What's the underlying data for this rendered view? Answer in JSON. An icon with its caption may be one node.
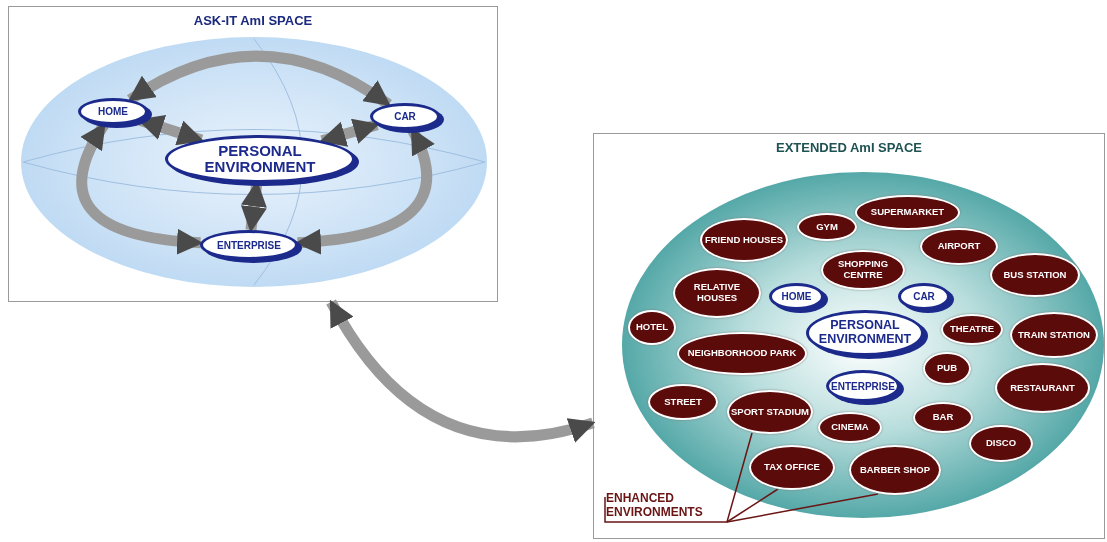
{
  "diagram": {
    "nodes": [
      {
        "text": [
          "ASK-IT AmI SPACE"
        ]
      },
      {
        "text": [
          "HOME"
        ],
        "in": 0
      },
      {
        "text": [
          "CAR"
        ],
        "in": 0
      },
      {
        "text": [
          "PERSONAL ENVIRONMENT"
        ],
        "in": 0
      },
      {
        "text": [
          "ENTERPRISE"
        ],
        "in": 0
      },
      {
        "text": [
          "EXTENDED AmI SPACE"
        ]
      },
      {
        "text": [
          "SUPERMARKET"
        ],
        "in": 5
      },
      {
        "text": [
          "GYM"
        ],
        "in": 5
      },
      {
        "text": [
          "FRIEND HOUSES"
        ],
        "in": 5
      },
      {
        "text": [
          "AIRPORT"
        ],
        "in": 5
      },
      {
        "text": [
          "SHOPPING CENTRE"
        ],
        "in": 5
      },
      {
        "text": [
          "BUS STATION"
        ],
        "in": 5
      },
      {
        "text": [
          "RELATIVE HOUSES"
        ],
        "in": 5
      },
      {
        "text": [
          "HOME"
        ],
        "in": 5
      },
      {
        "text": [
          "CAR"
        ],
        "in": 5
      },
      {
        "text": [
          "HOTEL"
        ],
        "in": 5
      },
      {
        "text": [
          "PERSONAL ENVIRONMENT"
        ],
        "in": 5
      },
      {
        "text": [
          "THEATRE"
        ],
        "in": 5
      },
      {
        "text": [
          "TRAIN STATION"
        ],
        "in": 5
      },
      {
        "text": [
          "NEIGHBORHOOD PARK"
        ],
        "in": 5
      },
      {
        "text": [
          "PUB"
        ],
        "in": 5
      },
      {
        "text": [
          "ENTERPRISE"
        ],
        "in": 5
      },
      {
        "text": [
          "RESTAURANT"
        ],
        "in": 5
      },
      {
        "text": [
          "STREET"
        ],
        "in": 5
      },
      {
        "text": [
          "SPORT STADIUM"
        ],
        "in": 5
      },
      {
        "text": [
          "CINEMA"
        ],
        "in": 5
      },
      {
        "text": [
          "BAR"
        ],
        "in": 5
      },
      {
        "text": [
          "DISCO"
        ],
        "in": 5
      },
      {
        "text": [
          "TAX OFFICE"
        ],
        "in": 5
      },
      {
        "text": [
          "BARBER SHOP"
        ],
        "in": 5
      },
      {
        "text": [
          "ENHANCED ENVIRONMENTS"
        ],
        "in": 5
      }
    ],
    "edges": [
      {
        "from": 1,
        "to": 2,
        "arrow": "both"
      },
      {
        "from": 1,
        "to": 4,
        "arrow": "both"
      },
      {
        "from": 2,
        "to": 4,
        "arrow": "both"
      },
      {
        "from": 1,
        "to": 3,
        "arrow": "both"
      },
      {
        "from": 2,
        "to": 3,
        "arrow": "both"
      },
      {
        "from": 3,
        "to": 4,
        "arrow": "both"
      },
      {
        "from": 0,
        "to": 5,
        "arrow": "both"
      },
      {
        "from": 30,
        "to": 24,
        "arrow": "none",
        "color": "#6b1414"
      },
      {
        "from": 30,
        "to": 28,
        "arrow": "none",
        "color": "#6b1414"
      },
      {
        "from": 30,
        "to": 29,
        "arrow": "none",
        "color": "#6b1414"
      }
    ]
  }
}
